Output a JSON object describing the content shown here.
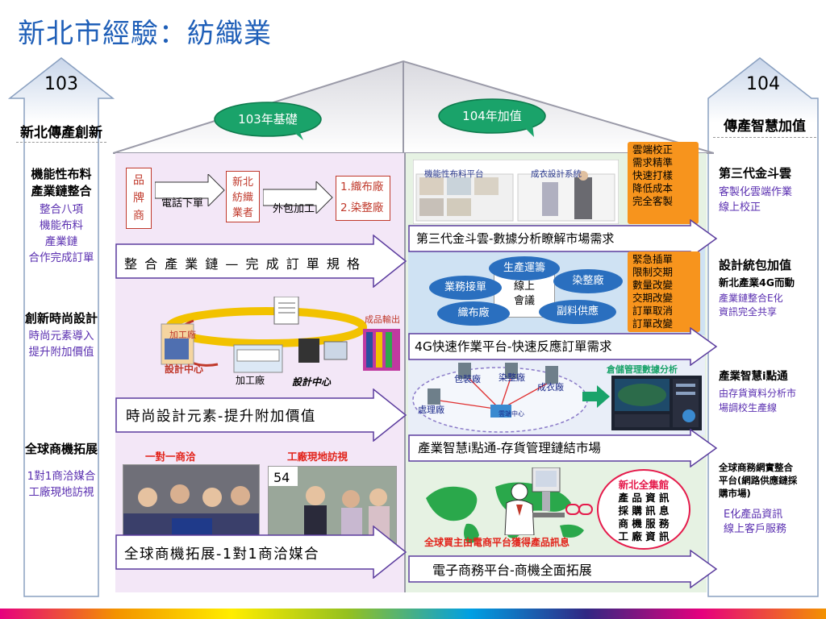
{
  "title": "新北市經驗：紡織業",
  "left_column": {
    "year": "103",
    "heading": "新北傳產創新",
    "sec1_bold": [
      "機能性布料",
      "產業鏈整合"
    ],
    "sec1_purple": [
      "整合八項",
      "機能布料",
      "產業鏈",
      "合作完成訂單"
    ],
    "sec2_bold": "創新時尚設計",
    "sec2_purple": [
      "時尚元素導入",
      "提升附加價值"
    ],
    "sec3_bold": "全球商機拓展",
    "sec3_purple": [
      "1對1商洽媒合",
      "工廠現地訪視"
    ]
  },
  "right_column": {
    "year": "104",
    "heading": "傳產智慧加值",
    "sec1_bold": "第三代金斗雲",
    "sec1_purple": [
      "客製化雲端作業",
      "線上校正"
    ],
    "sec2_bold": "設計統包加值",
    "sec2_bold2": "新北產業4G而動",
    "sec2_purple": [
      "產業鏈整合E化",
      "資訊完全共享"
    ],
    "sec3_bold": "產業智慧i點通",
    "sec3_purple": [
      "由存貨資料分析市",
      "場調校生產線"
    ],
    "sec4_bold": [
      "全球商務網實整合",
      "平台(網路供應鏈採",
      "購市場)"
    ],
    "sec4_purple": [
      "E化產品資訊",
      "線上客戶服務"
    ]
  },
  "bubbles": {
    "left": "103年基礎",
    "right": "104年加值"
  },
  "left_panel": {
    "flow1": {
      "brand": [
        "品",
        "牌",
        "商"
      ],
      "phone_order": "電話下單",
      "textile": [
        "新北",
        "紡織",
        "業者"
      ],
      "outsource": "外包加工",
      "factories": [
        "1.織布廠",
        "2.染整廠"
      ]
    },
    "arrow1": "整 合 產 業 鏈 — 完 成 訂 單 規 格",
    "flow2": {
      "processing": "加工廠",
      "design_center": "設計中心",
      "finished_output": "成品輸出",
      "processing2": "加工廠",
      "design_center2": "設計中心"
    },
    "arrow2": "時尚設計元素-提升附加價值",
    "flow3": {
      "one_on_one": "一對一商洽",
      "factory_visit": "工廠現地訪視"
    },
    "arrow3": "全球商機拓展-1對1商洽媒合"
  },
  "right_panel": {
    "sec1": {
      "platform_label": "機能性布料平台",
      "system_label": "成衣設計系統",
      "bullets": [
        "雲端校正",
        "需求精準",
        "快速打樣",
        "降低成本",
        "完全客製"
      ],
      "arrow": "第三代金斗雲-數據分析瞭解市場需求"
    },
    "sec2": {
      "center": [
        "線上",
        "會議"
      ],
      "nodes": [
        "生產運籌",
        "業務接單",
        "染整廠",
        "織布廠",
        "副料供應"
      ],
      "bullets": [
        "緊急插單",
        "限制交期",
        "數量改變",
        "交期改變",
        "訂單取消",
        "訂單改變"
      ],
      "arrow": "4G快速作業平台-快速反應訂單需求"
    },
    "sec3": {
      "warehouse_label": "倉儲管理數據分析",
      "nodes": [
        "包裝廠",
        "染整廠",
        "成衣廠",
        "處理廠",
        "雲端中心"
      ],
      "arrow": "產業智慧i點通-存貨管理鏈結市場"
    },
    "sec4": {
      "mall": [
        "新北全集館",
        "產 品 資 訊",
        "採 購 訊 息",
        "商 機 服 務",
        "工 廠 資 訊"
      ],
      "global_buyers": "全球買主由電商平台獲得產品訊息",
      "arrow": "電子商務平台-商機全面拓展"
    }
  },
  "colors": {
    "title_blue": "#1f5fb8",
    "bubble_green": "#1aa36a",
    "arrow_purple": "#5b3c9e",
    "bullet_orange": "#f7941d",
    "side_purple": "#5a2fb0",
    "red": "#e2231a"
  }
}
